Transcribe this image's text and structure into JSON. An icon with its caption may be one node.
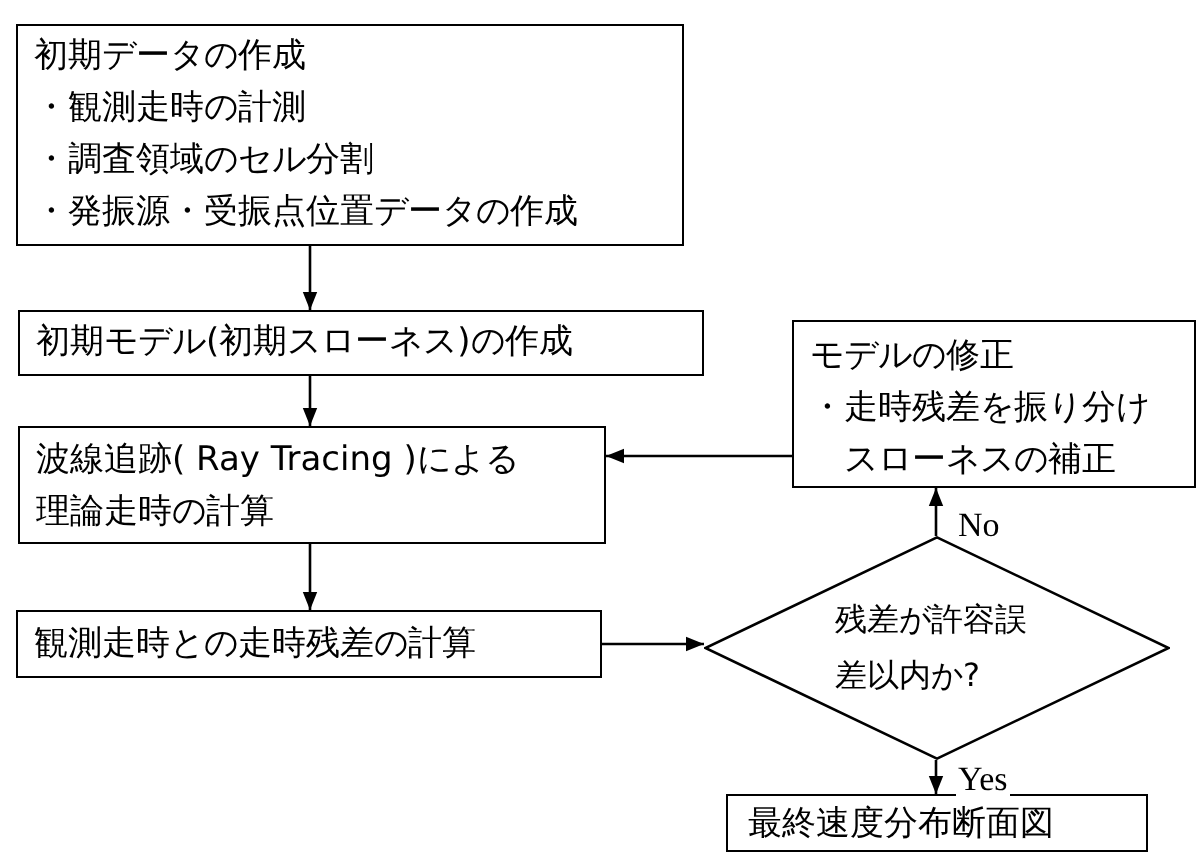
{
  "diagram": {
    "nodes": [
      {
        "text": [
          "初期データの作成",
          "・観測走時の計測",
          "・調査領域のセル分割",
          "・発振源・受振点位置データの作成"
        ]
      },
      {
        "text": [
          "初期モデル(初期スローネス)の作成"
        ]
      },
      {
        "text": [
          "モデルの修正",
          "・走時残差を振り分けスローネスの補正"
        ]
      },
      {
        "text": [
          "波線追跡( Ray Tracing )による理論走時の計算"
        ]
      },
      {
        "text": [
          "観測走時との走時残差の計算"
        ]
      },
      {
        "text": [
          "残差が許容誤差以内か?"
        ]
      },
      {
        "text": [
          "最終速度分布断面図"
        ]
      }
    ],
    "edges": [
      {
        "from": 0,
        "to": 1,
        "arrow": "to"
      },
      {
        "from": 1,
        "to": 3,
        "arrow": "to"
      },
      {
        "from": 3,
        "to": 4,
        "arrow": "to"
      },
      {
        "from": 4,
        "to": 5,
        "arrow": "to"
      },
      {
        "from": 5,
        "to": 2,
        "arrow": "to",
        "label": "No"
      },
      {
        "from": 2,
        "to": 3,
        "arrow": "to"
      },
      {
        "from": 5,
        "to": 6,
        "arrow": "to",
        "label": "Yes"
      }
    ]
  }
}
